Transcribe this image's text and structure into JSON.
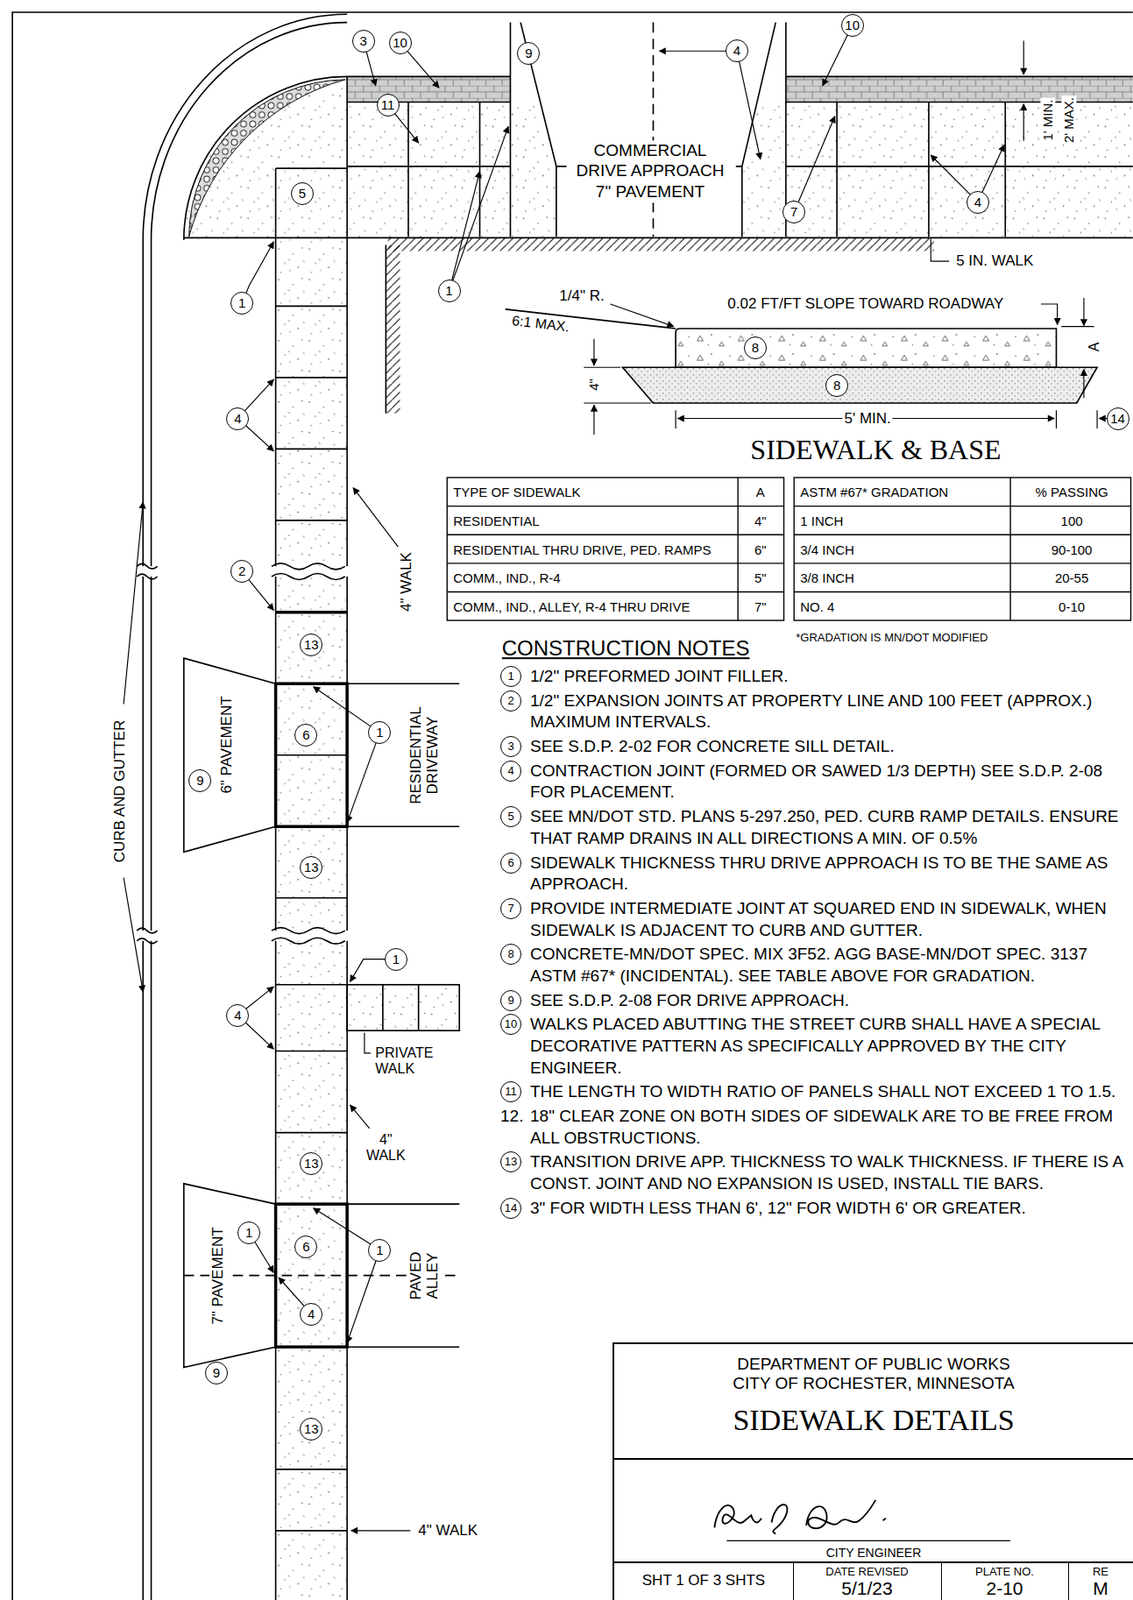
{
  "diagram": {
    "nodes": [
      {
        "text": [
          "DEPARTMENT OF PUBLIC WORKS CITY OF ROCHESTER, MINNESOTA",
          "SIDEWALK DETAILS"
        ]
      },
      {
        "text": [
          "CITY ENGINEER"
        ],
        "in": 0
      },
      {
        "text": [
          "SHT 1 OF 3 SHTS"
        ],
        "in": 0
      },
      {
        "text": [
          "DATE REVISED",
          "5/1/23"
        ],
        "in": 0
      },
      {
        "text": [
          "PLATE NO.",
          "2-10"
        ],
        "in": 0
      },
      {
        "text": [
          "RE",
          "M"
        ],
        "in": 0
      }
    ],
    "labels": [
      "3",
      "10",
      "9",
      "4",
      "10",
      "COMMERCIAL DRIVE APPROACH 7\" PAVEMENT",
      "5",
      "11",
      "4",
      "1' MIN.",
      "2' MAX.",
      "1",
      "1",
      "7",
      "5 IN. WALK",
      "4",
      "2",
      "4\" WALK",
      "13",
      "6\" PAVEMENT",
      "9",
      "6",
      "1",
      "RESIDENTIAL DRIVEWAY",
      "13",
      "CURB AND GUTTER",
      "1",
      "4",
      "PRIVATE WALK",
      "4\" WALK",
      "13",
      "1",
      "6",
      "1",
      "7\" PAVEMENT",
      "4",
      "PAVED ALLEY",
      "9",
      "13",
      "4\" WALK",
      "1/4\" R.",
      "6:1 MAX.",
      "0.02 FT/FT SLOPE TOWARD ROADWAY",
      "8",
      "4\"",
      "8",
      "A",
      "5' MIN.",
      "14",
      "SIDEWALK & BASE",
      "TYPE OF SIDEWALK",
      "A",
      "RESIDENTIAL",
      "4\"",
      "RESIDENTIAL THRU DRIVE, PED. RAMPS",
      "6\"",
      "COMM., IND., R-4",
      "5\"",
      "COMM., IND., ALLEY, R-4 THRU DRIVE",
      "7\"",
      "ASTM #67* GRADATION",
      "% PASSING",
      "1 INCH",
      "100",
      "3/4 INCH",
      "90-100",
      "3/8 INCH",
      "20-55",
      "NO. 4",
      "0-10",
      "*GRADATION IS MN/DOT MODIFIED",
      "CONSTRUCTION NOTES",
      "1",
      "1/2\" PREFORMED JOINT FILLER.",
      "2",
      "1/2\" EXPANSION JOINTS AT PROPERTY LINE AND 100 FEET (APPROX.) MAXIMUM INTERVALS.",
      "3",
      "SEE S.D.P. 2-02 FOR CONCRETE SILL DETAIL.",
      "4",
      "CONTRACTION JOINT (FORMED OR SAWED 1/3 DEPTH) SEE S.D.P. 2-08 FOR PLACEMENT.",
      "5",
      "SEE MN/DOT STD. PLANS 5-297.250, PED. CURB RAMP DETAILS. ENSURE THAT RAMP DRAINS IN ALL DIRECTIONS A MIN. OF 0.5%",
      "6",
      "SIDEWALK THICKNESS THRU DRIVE APPROACH IS TO BE THE SAME AS APPROACH.",
      "7",
      "PROVIDE INTERMEDIATE JOINT AT SQUARED END IN SIDEWALK, WHEN SIDEWALK IS ADJACENT TO CURB AND GUTTER.",
      "8",
      "CONCRETE-MN/DOT SPEC. MIX 3F52. AGG BASE-MN/DOT SPEC. 3137 ASTM #67* (INCIDENTAL). SEE TABLE ABOVE FOR GRADATION.",
      "9",
      "SEE S.D.P. 2-08 FOR DRIVE APPROACH.",
      "10",
      "WALKS PLACED ABUTTING THE STREET CURB SHALL HAVE A SPECIAL DECORATIVE PATTERN AS SPECIFICALLY APPROVED BY THE CITY ENGINEER.",
      "11",
      "THE LENGTH TO WIDTH RATIO OF PANELS SHALL NOT EXCEED 1 TO 1.5.",
      "12.",
      "18\" CLEAR ZONE ON BOTH SIDES OF SIDEWALK ARE TO BE FREE FROM ALL OBSTRUCTIONS.",
      "13",
      "TRANSITION DRIVE APP. THICKNESS TO WALK THICKNESS. IF THERE IS A CONST. JOINT AND NO EXPANSION IS USED, INSTALL TIE BARS.",
      "14",
      "3\" FOR WIDTH LESS THAN 6', 12\" FOR WIDTH 6' OR GREATER."
    ]
  }
}
